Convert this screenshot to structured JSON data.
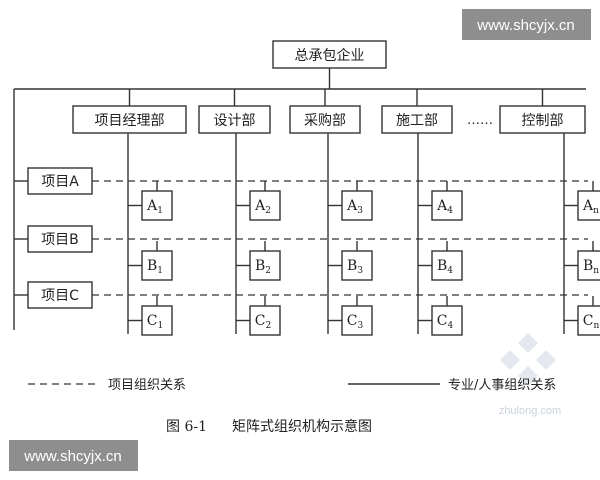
{
  "watermark_top": "www.shcyjx.cn",
  "watermark_bottom": "www.shcyjx.cn",
  "watermark_faint": "zhulong.com",
  "top_node": "总承包企业",
  "departments": [
    "项目经理部",
    "设计部",
    "采购部",
    "施工部",
    "控制部"
  ],
  "ellipsis": "……",
  "projects": [
    "项目A",
    "项目B",
    "项目C"
  ],
  "cells": {
    "A": [
      {
        "main": "A",
        "sub": "1"
      },
      {
        "main": "A",
        "sub": "2"
      },
      {
        "main": "A",
        "sub": "3"
      },
      {
        "main": "A",
        "sub": "4"
      },
      {
        "main": "A",
        "sub": "n"
      }
    ],
    "B": [
      {
        "main": "B",
        "sub": "1"
      },
      {
        "main": "B",
        "sub": "2"
      },
      {
        "main": "B",
        "sub": "3"
      },
      {
        "main": "B",
        "sub": "4"
      },
      {
        "main": "B",
        "sub": "n"
      }
    ],
    "C": [
      {
        "main": "C",
        "sub": "1"
      },
      {
        "main": "C",
        "sub": "2"
      },
      {
        "main": "C",
        "sub": "3"
      },
      {
        "main": "C",
        "sub": "4"
      },
      {
        "main": "C",
        "sub": "n"
      }
    ]
  },
  "legend": {
    "dashed_label": "项目组织关系",
    "solid_label": "专业/人事组织关系"
  },
  "caption": {
    "number": "图 6-1",
    "title": "矩阵式组织机构示意图"
  }
}
